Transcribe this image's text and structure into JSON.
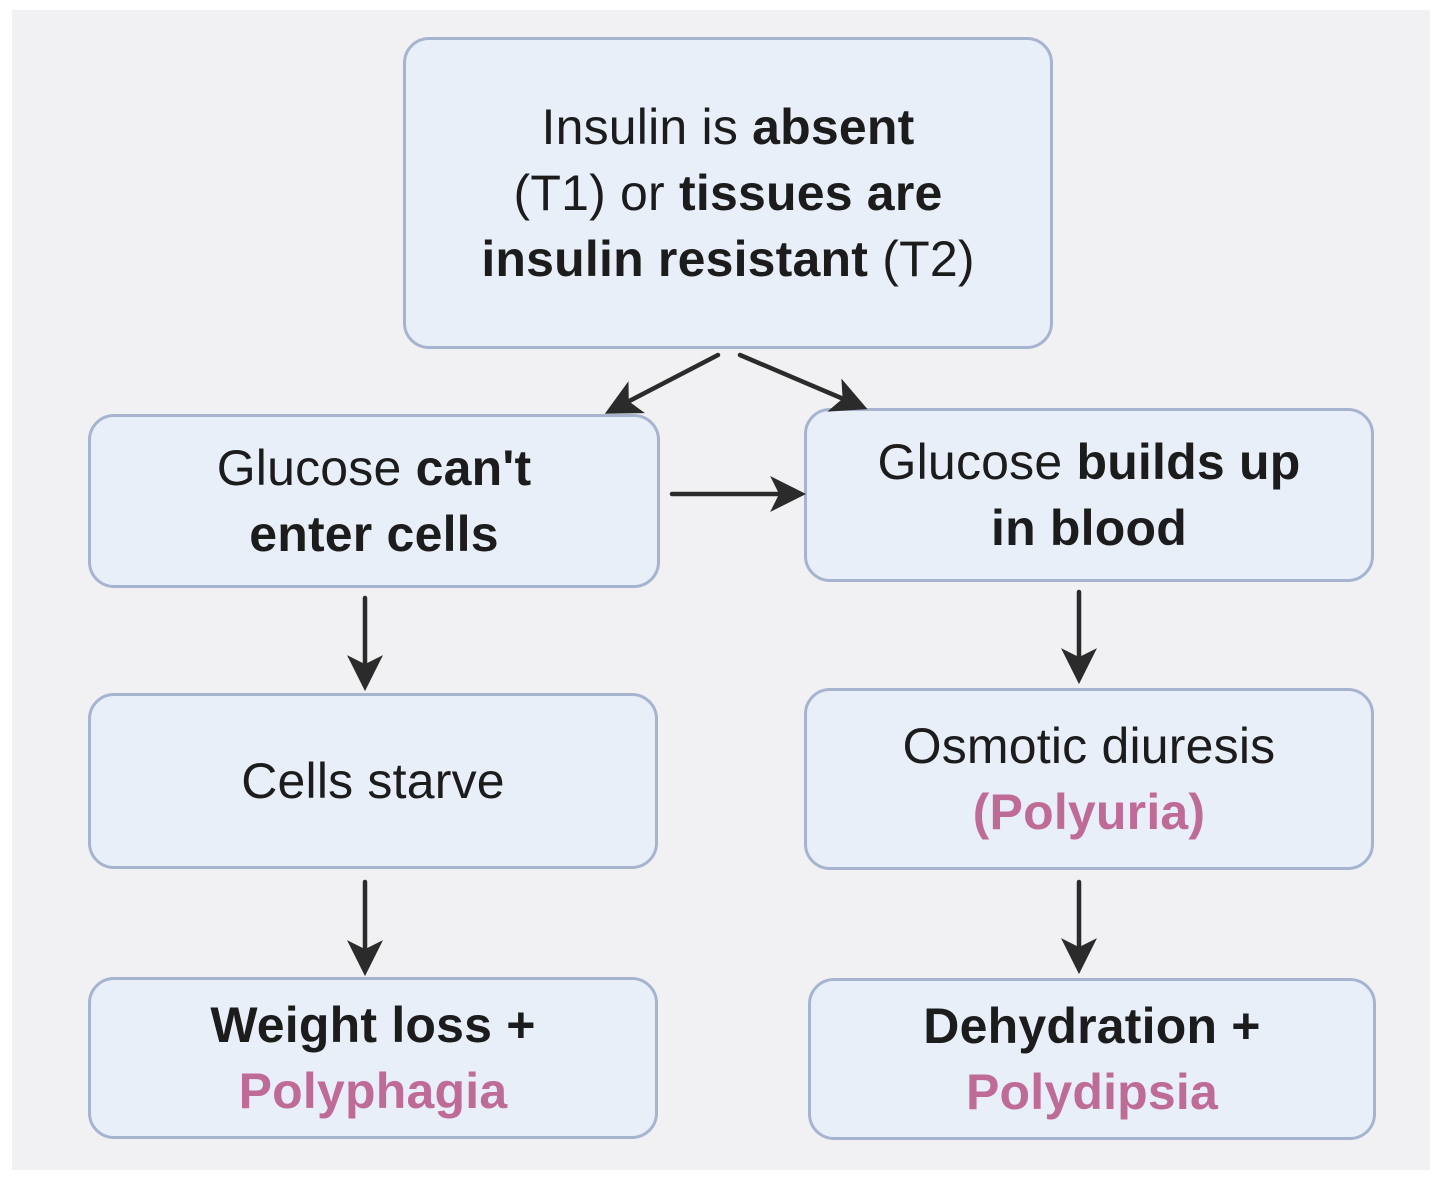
{
  "nodes": {
    "top": {
      "line1_a": "Insulin is ",
      "line1_b": "absent",
      "line2_a": "(T1) or ",
      "line2_b": "tissues are",
      "line3_a": "insulin resistant",
      "line3_b": " (T2)"
    },
    "left1": {
      "a": "Glucose ",
      "b": "can't",
      "c": "enter cells"
    },
    "right1": {
      "a": "Glucose ",
      "b": "builds up",
      "c": "in blood"
    },
    "left2": {
      "a": "Cells starve"
    },
    "right2": {
      "a": "Osmotic diuresis",
      "b": "(Polyuria)"
    },
    "left3": {
      "a": "Weight loss +",
      "b": "Polyphagia"
    },
    "right3": {
      "a": "Dehydration +",
      "b": "Polydipsia"
    }
  },
  "colors": {
    "box_fill": "#e9eff9",
    "box_border": "#a7b4d0",
    "symptom_pink": "#bf6b97",
    "arrow": "#2b2b2b",
    "background": "#f1f1f3"
  }
}
